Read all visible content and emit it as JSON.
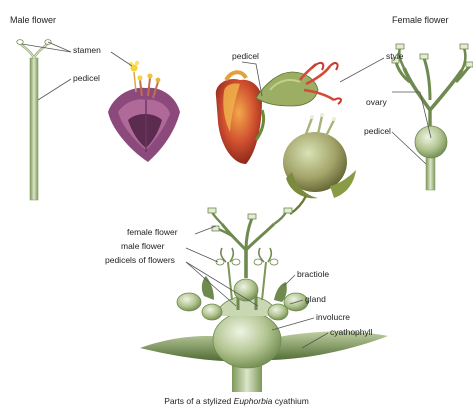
{
  "titles": {
    "male_flower": "Male flower",
    "female_flower": "Female flower"
  },
  "labels": {
    "stamen": "stamen",
    "pedicel_male": "pedicel",
    "pedicel_photo": "pedicel",
    "style": "style",
    "ovary": "ovary",
    "pedicel_female": "pedicel",
    "female_flower": "female flower",
    "male_flower": "male flower",
    "pedicels_of_flowers": "pedicels of flowers",
    "bractiole": "bractiole",
    "gland": "gland",
    "involucre": "involucre",
    "cyathophyll": "cyathophyll"
  },
  "caption": {
    "prefix": "Parts of a stylized ",
    "genus": "Euphorbia",
    "suffix": " cyathium"
  },
  "colors": {
    "stem": "#b9cda0",
    "stem_dark": "#6f8a4e",
    "green_mid": "#8aa05f",
    "green_light": "#dfe9cf",
    "leader_line": "#555555",
    "photo_red": "#c0392b",
    "photo_orange": "#e08a2c",
    "photo_purple": "#7a3a6e"
  }
}
